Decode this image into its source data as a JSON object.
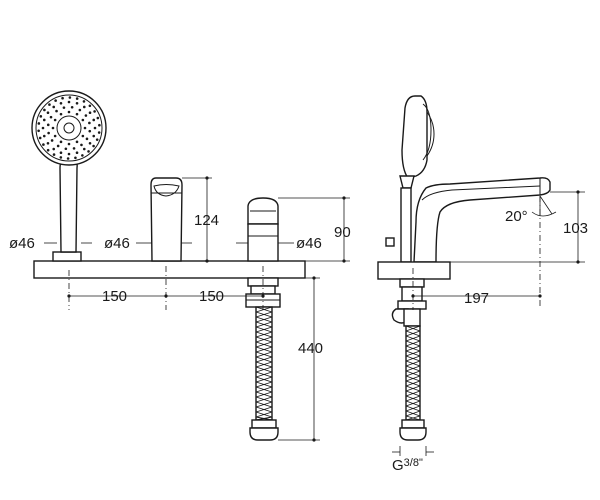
{
  "front_view": {
    "diameter_handshower": "ø46",
    "diameter_spout": "ø46",
    "diameter_mixer": "ø46",
    "spout_height": "124",
    "mixer_height": "90",
    "spacing_left": "150",
    "spacing_right": "150",
    "hose_length": "440"
  },
  "side_view": {
    "spout_angle": "20°",
    "spout_height": "103",
    "spout_reach": "197",
    "thread_prefix": "G",
    "thread_size": "3/8",
    "thread_suffix": "\""
  },
  "colors": {
    "line": "#1a1a1a",
    "background": "#ffffff"
  }
}
